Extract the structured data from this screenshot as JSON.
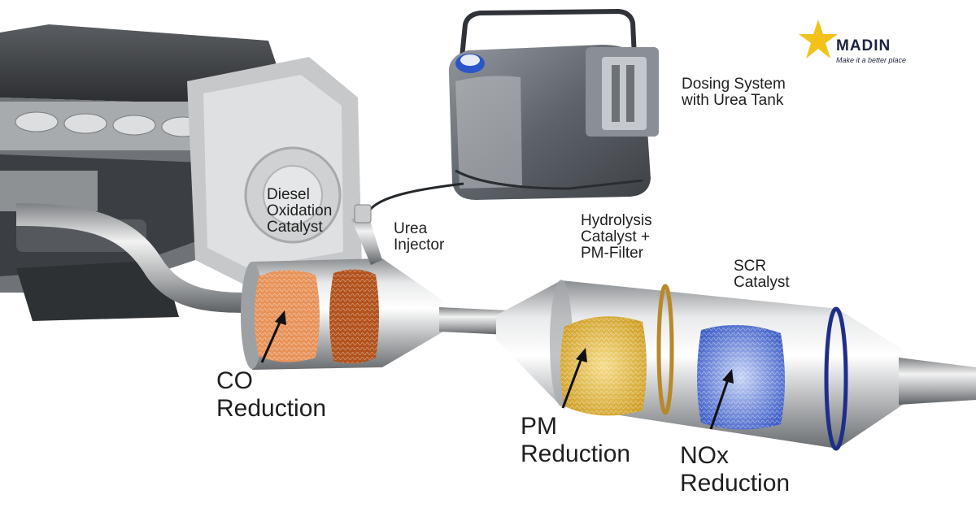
{
  "logo": {
    "brand": "MADIN",
    "tagline": "Make it a better place",
    "star_color": "#f2c21b",
    "text_color": "#1c2340"
  },
  "labels": {
    "dosing": [
      "Dosing System",
      "with Urea Tank"
    ],
    "doc": [
      "Diesel",
      "Oxidation",
      "Catalyst"
    ],
    "urea": [
      "Urea",
      "Injector"
    ],
    "hydrolysis": [
      "Hydrolysis",
      "Catalyst +",
      "PM-Filter"
    ],
    "scr": [
      "SCR",
      "Catalyst"
    ],
    "co": [
      "CO",
      "Reduction"
    ],
    "pm": [
      "PM",
      "Reduction"
    ],
    "nox": [
      "NOx",
      "Reduction"
    ]
  },
  "colors": {
    "oxidation_catalyst": "#e8935a",
    "oxidation_catalyst_2": "#b2521c",
    "pm_filter": "#e2bd4a",
    "scr_catalyst": "#4f6fd0",
    "scr_ring": "#1e2f8a"
  }
}
